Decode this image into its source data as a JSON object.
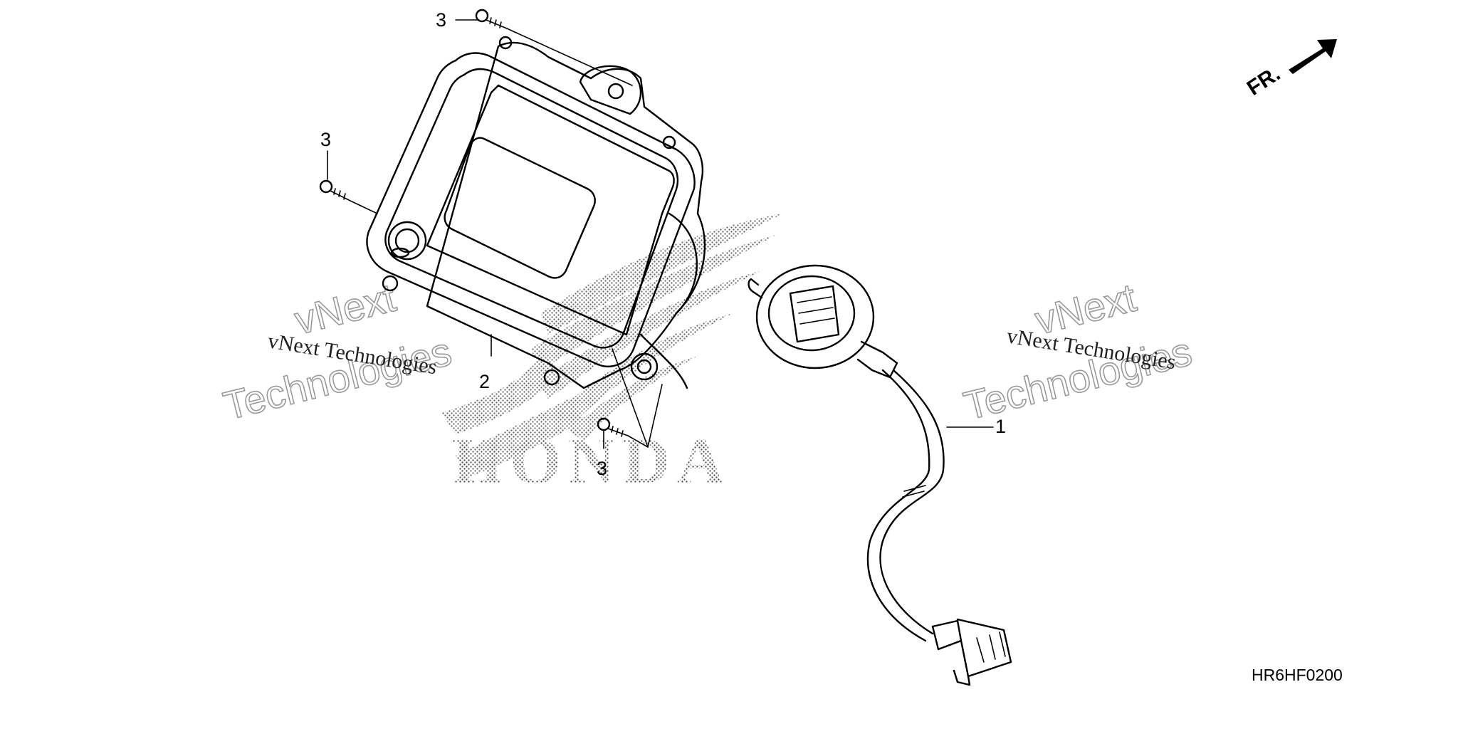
{
  "callouts": {
    "item_1": "1",
    "item_2": "2",
    "item_3_top": "3",
    "item_3_left": "3",
    "item_3_bottom": "3"
  },
  "direction_indicator": {
    "label": "FR."
  },
  "diagram_code": "HR6HF0200",
  "watermarks": {
    "left_small": "vNext Technologies",
    "left_big_line1": "vNext",
    "left_big_line2": "Technologies",
    "right_small": "vNext Technologies",
    "right_big_line1": "vNext",
    "right_big_line2": "Technologies"
  },
  "background_logo": {
    "text": "HONDA"
  },
  "colors": {
    "line": "#000000",
    "watermark_outline": "#9a9a9a",
    "dot_pattern": "#444444"
  }
}
